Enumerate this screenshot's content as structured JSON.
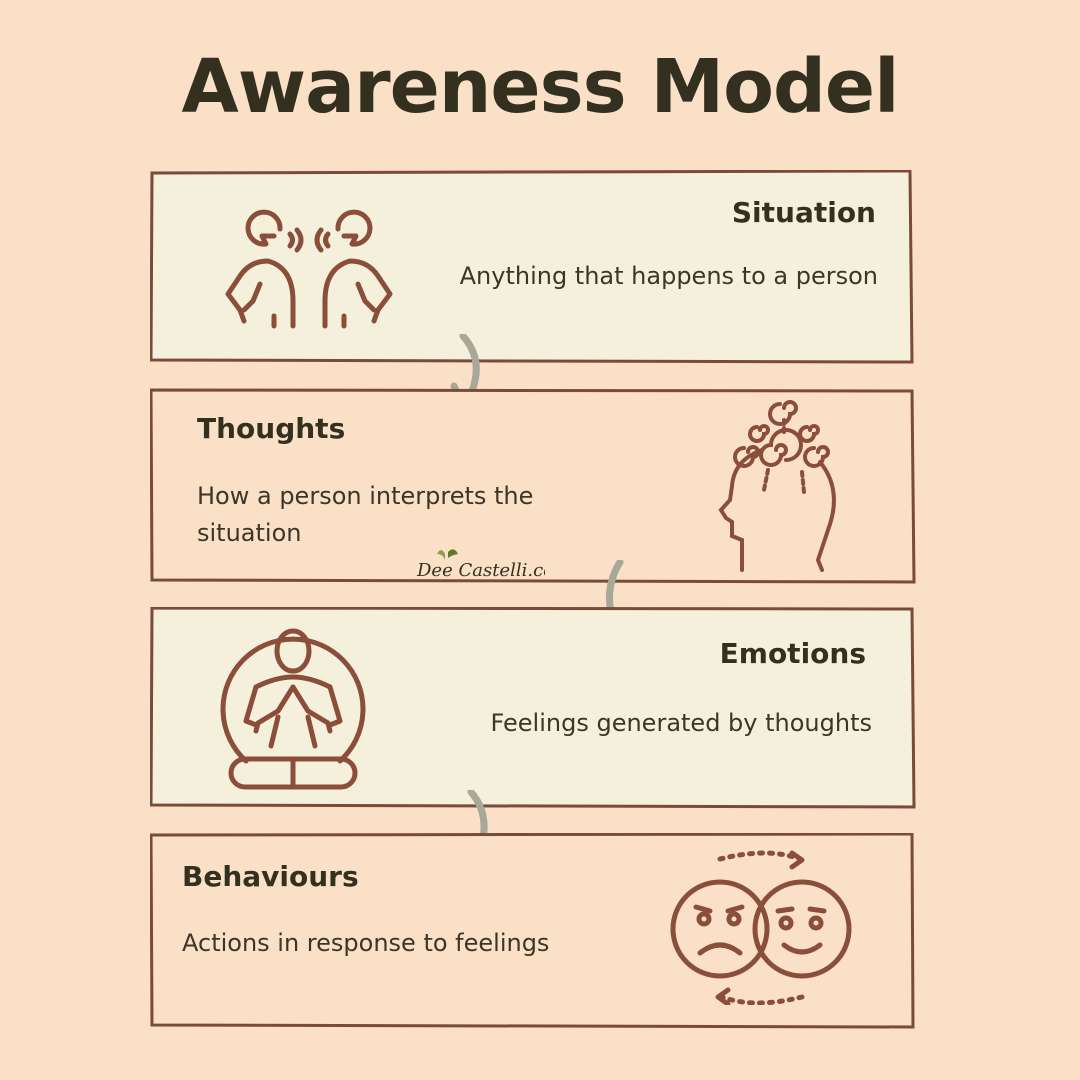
{
  "title": "Awareness Model",
  "watermark": "DeeCastelli.com",
  "colors": {
    "background": "#F9E0C7",
    "box_light": "#F5F0DC",
    "border": "#7a4a3a",
    "icon": "#8a4e3a",
    "arrow": "#a8a898",
    "text": "#34301f"
  },
  "steps": [
    {
      "label": "Situation",
      "description": "Anything that happens to a person",
      "icon": "two-people-talking-icon"
    },
    {
      "label": "Thoughts",
      "description": "How a person interprets the situation",
      "icon": "head-swirls-icon"
    },
    {
      "label": "Emotions",
      "description": "Feelings generated by thoughts",
      "icon": "meditation-icon"
    },
    {
      "label": "Behaviours",
      "description": "Actions in response to feelings",
      "icon": "faces-cycle-icon"
    }
  ]
}
